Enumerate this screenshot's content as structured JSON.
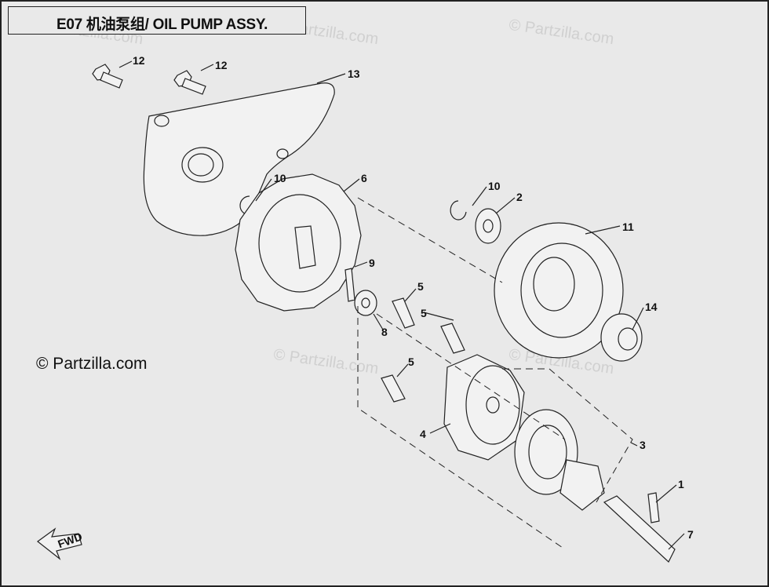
{
  "title": "E07 机油泵组/ OIL PUMP ASSY.",
  "copyright": "© Partzilla.com",
  "watermark": "© Partzilla.com",
  "fwd_label": "FWD",
  "callouts": [
    "12",
    "12",
    "13",
    "10",
    "6",
    "10",
    "2",
    "11",
    "9",
    "14",
    "5",
    "5",
    "8",
    "5",
    "4",
    "3",
    "1",
    "7"
  ]
}
